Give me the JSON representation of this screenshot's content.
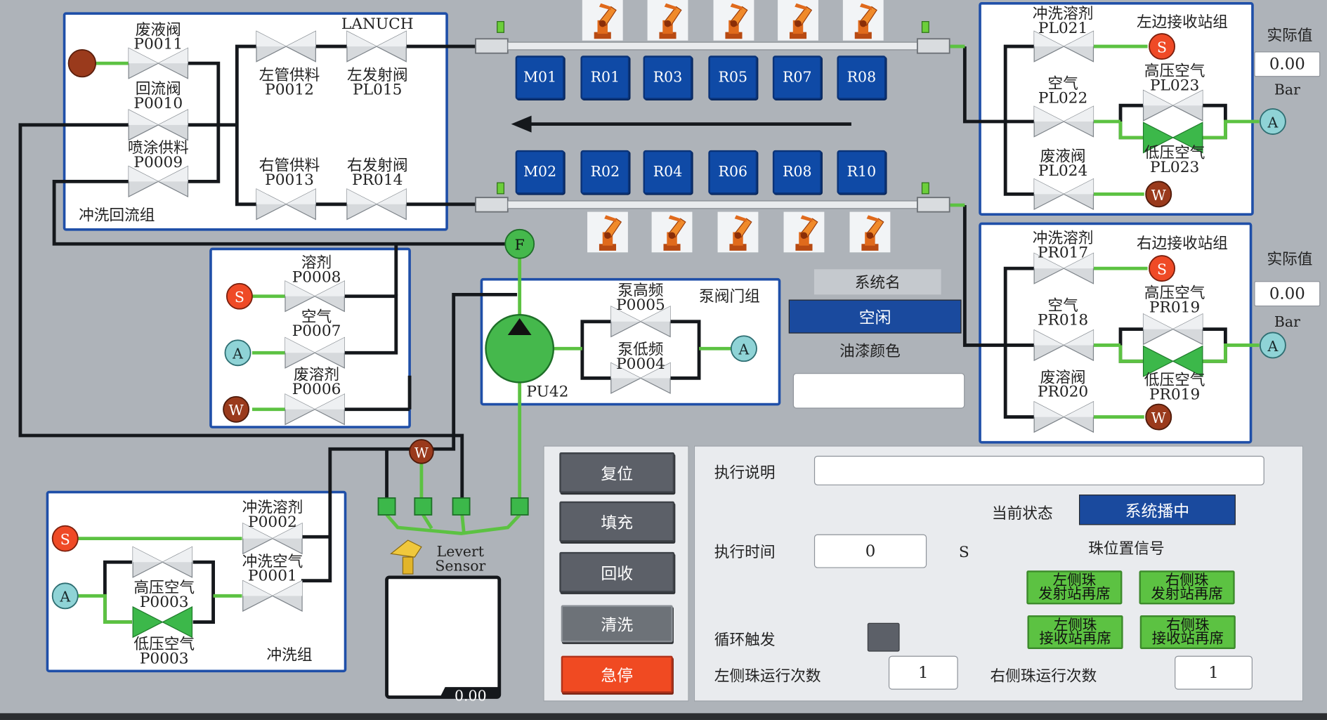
{
  "flush_return_group": {
    "title": "冲洗回流组",
    "valves": [
      {
        "name": "废液阀",
        "code": "P0011"
      },
      {
        "name": "回流阀",
        "code": "P0010"
      },
      {
        "name": "喷涂供料",
        "code": "P0009"
      },
      {
        "name": "左管供料",
        "code": "P0012"
      },
      {
        "name": "左发射阀",
        "code": "PL015"
      },
      {
        "name": "右管供料",
        "code": "P0013"
      },
      {
        "name": "右发射阀",
        "code": "PR014"
      }
    ],
    "launch_label": "LANUCH"
  },
  "solvent_group": {
    "valves": [
      {
        "name": "溶剂",
        "code": "P0008"
      },
      {
        "name": "空气",
        "code": "P0007"
      },
      {
        "name": "废溶剂",
        "code": "P0006"
      }
    ]
  },
  "pump_group": {
    "title": "泵阀门组",
    "pump_label": "PU42",
    "valves": [
      {
        "name": "泵高频",
        "code": "P0005"
      },
      {
        "name": "泵低频",
        "code": "P0004"
      }
    ]
  },
  "flush_group": {
    "title": "冲洗组",
    "valves": [
      {
        "name": "冲洗溶剂",
        "code": "P0002"
      },
      {
        "name": "冲洗空气",
        "code": "P0001"
      },
      {
        "name": "高压空气",
        "code": "P0003"
      },
      {
        "name": "低压空气",
        "code": "P0003"
      }
    ]
  },
  "left_station": {
    "title": "左边接收站组",
    "valves": [
      {
        "name": "冲洗溶剂",
        "code": "PL021"
      },
      {
        "name": "空气",
        "code": "PL022"
      },
      {
        "name": "废液阀",
        "code": "PL024"
      },
      {
        "name": "高压空气",
        "code": "PL023"
      },
      {
        "name": "低压空气",
        "code": "PL023"
      }
    ]
  },
  "right_station": {
    "title": "右边接收站组",
    "valves": [
      {
        "name": "冲洗溶剂",
        "code": "PR017"
      },
      {
        "name": "空气",
        "code": "PR018"
      },
      {
        "name": "废溶阀",
        "code": "PR020"
      },
      {
        "name": "高压空气",
        "code": "PR019"
      },
      {
        "name": "低压空气",
        "code": "PR019"
      }
    ]
  },
  "nodes": {
    "solvent": "S",
    "air": "A",
    "waste": "W",
    "flow": "F"
  },
  "pressure": {
    "left": {
      "label": "实际值",
      "value": "0.00",
      "unit": "Bar"
    },
    "right": {
      "label": "实际值",
      "value": "0.00",
      "unit": "Bar"
    }
  },
  "stations": {
    "top": [
      "M01",
      "R01",
      "R03",
      "R05",
      "R07",
      "R08"
    ],
    "bottom": [
      "M02",
      "R02",
      "R04",
      "R06",
      "R08",
      "R10"
    ]
  },
  "system": {
    "name_label": "系统名",
    "name_value": "空闲",
    "paint_label": "油漆颜色",
    "paint_value": ""
  },
  "sensor": {
    "label_1": "Levert",
    "label_2": "Sensor",
    "value": "0.00"
  },
  "buttons": {
    "reset": "复位",
    "fill": "填充",
    "recover": "回收",
    "clean": "清洗",
    "estop": "急停"
  },
  "exec": {
    "desc_label": "执行说明",
    "desc_value": "",
    "state_label": "当前状态",
    "state_value": "系统播中",
    "time_label": "执行时间",
    "time_value": "0",
    "time_unit": "S",
    "ball_signal_label": "珠位置信号",
    "signals": [
      {
        "line1": "左侧珠",
        "line2": "发射站再席"
      },
      {
        "line1": "右侧珠",
        "line2": "发射站再席"
      },
      {
        "line1": "左侧珠",
        "line2": "接收站再席"
      },
      {
        "line1": "右侧珠",
        "line2": "接收站再席"
      }
    ],
    "cycle_label": "循环触发",
    "left_count_label": "左侧珠运行次数",
    "left_count_value": "1",
    "right_count_label": "右侧珠运行次数",
    "right_count_value": "1"
  },
  "colors": {
    "background": "#aeb3b9",
    "panel_border": "#1f4fa8",
    "pipe_dark": "#15181c",
    "pipe_green": "#5cc242",
    "tile_blue": "#0f4aa6",
    "estop_red": "#f04a22",
    "solvent_red": "#ef4a26",
    "air_teal": "#8fd3d6",
    "waste_brown": "#9a3a1c"
  }
}
